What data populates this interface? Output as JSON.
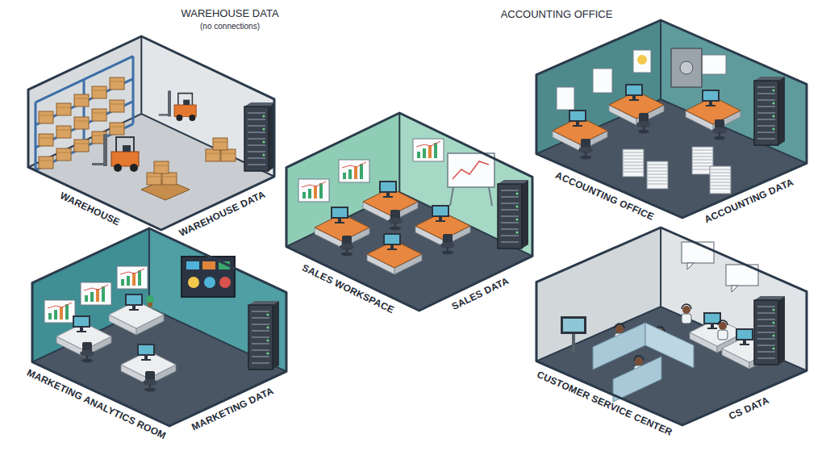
{
  "diagram": {
    "nodes": [
      {
        "text": [
          "WAREHOUSE DATA",
          "(no connections)",
          "WAREHOUSE",
          "WAREHOUSE DATA"
        ]
      },
      {
        "text": [
          "ACCOUNTING OFFICE",
          "ACCOUNTING OFFICE",
          "ACCOUNTING DATA"
        ]
      },
      {
        "text": [
          "SALES WORKSPACE",
          "SALES DATA"
        ]
      },
      {
        "text": [
          "MARKETING ANALYTICS ROOM",
          "MARKETING DATA"
        ]
      },
      {
        "text": [
          "CUSTOMER SERVICE CENTER",
          "CS DATA"
        ]
      }
    ]
  }
}
